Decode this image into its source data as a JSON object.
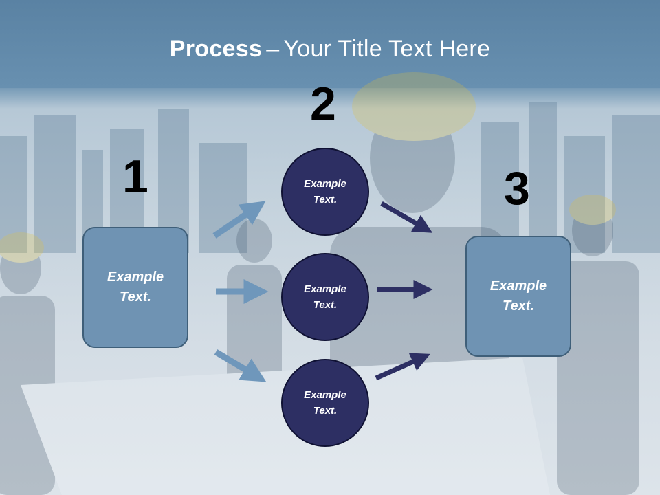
{
  "title": {
    "bold": "Process",
    "dash": "–",
    "rest": "Your Title Text Here"
  },
  "steps": [
    {
      "number": "1",
      "text": "Example Text."
    },
    {
      "number": "2",
      "items": [
        "Example Text.",
        "Example Text.",
        "Example Text."
      ]
    },
    {
      "number": "3",
      "text": "Example Text."
    }
  ],
  "colors": {
    "header": "#5e86a6",
    "box": "#6f93b3",
    "circle": "#2d2f63",
    "arrow_light": "#6f97bb",
    "arrow_dark": "#2d2f63"
  }
}
